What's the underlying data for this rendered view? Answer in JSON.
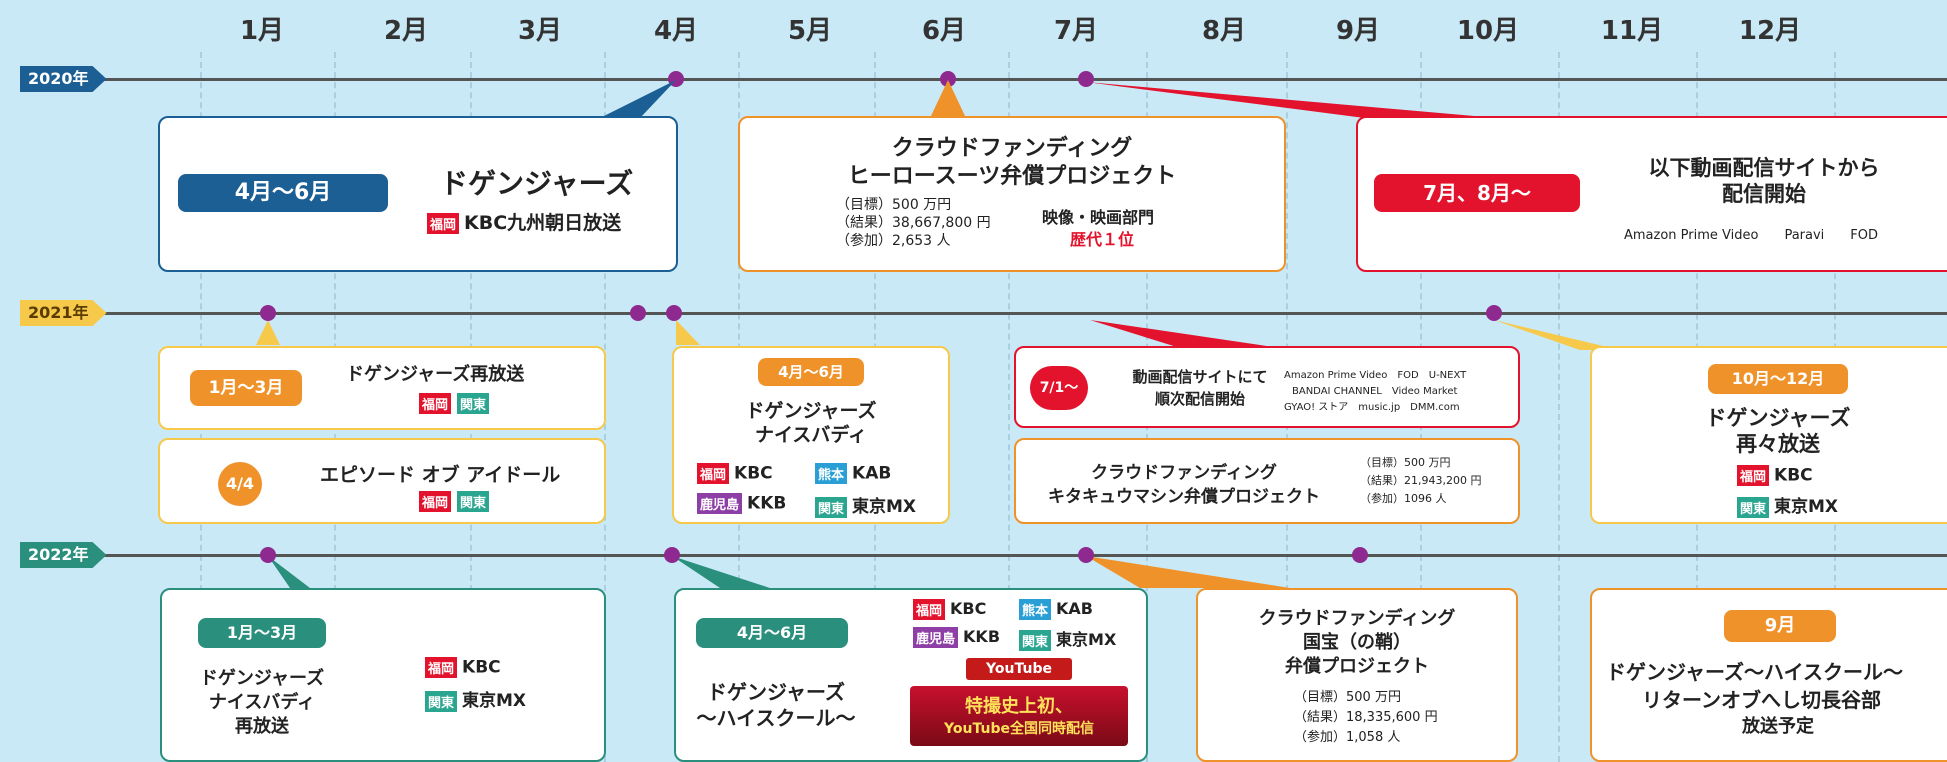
{
  "months": [
    "1月",
    "2月",
    "3月",
    "4月",
    "5月",
    "6月",
    "7月",
    "8月",
    "9月",
    "10月",
    "11月",
    "12月"
  ],
  "years": {
    "y2020": "2020年",
    "y2021": "2021年",
    "y2022": "2022年"
  },
  "tags": {
    "fukuoka": "福岡",
    "kanto": "関東",
    "kumamoto": "熊本",
    "kagoshima": "鹿児島"
  },
  "colors": {
    "blue": "#1b5f95",
    "orange": "#f0922a",
    "red": "#e3132d",
    "teal": "#2a8f7d",
    "yellow": "#f6c94a",
    "purple": "#8e2a8f"
  },
  "e2020a": {
    "period": "4月～6月",
    "title": "ドゲンジャーズ",
    "station": "KBC九州朝日放送"
  },
  "e2020b": {
    "title1": "クラウドファンディング",
    "title2": "ヒーロースーツ弁償プロジェクト",
    "goal": "（目標）500 万円",
    "result": "（結果）38,667,800 円",
    "participants": "（参加）2,653 人",
    "rank1": "映像・映画部門",
    "rank2": "歴代１位"
  },
  "e2020c": {
    "period": "7月、8月～",
    "title1": "以下動画配信サイトから",
    "title2": "配信開始",
    "sites": "Amazon Prime Video　　Paravi　　FOD"
  },
  "e2021a": {
    "period": "1月～3月",
    "title": "ドゲンジャーズ再放送"
  },
  "e2021b": {
    "date": "4/4",
    "title": "エピソード オブ アイドール"
  },
  "e2021c": {
    "period": "4月～6月",
    "title1": "ドゲンジャーズ",
    "title2": "ナイスバディ",
    "kbc": "KBC",
    "kab": "KAB",
    "kkb": "KKB",
    "mx": "東京MX"
  },
  "e2021d": {
    "date": "7/1～",
    "line1": "動画配信サイトにて",
    "line2": "順次配信開始",
    "s1": "Amazon Prime Video　FOD　U-NEXT",
    "s2": "BANDAI CHANNEL　Video Market",
    "s3": "GYAO! ストア　music.jp　DMM.com"
  },
  "e2021e": {
    "title1": "クラウドファンディング",
    "title2": "キタキュウマシン弁償プロジェクト",
    "goal": "（目標）500 万円",
    "result": "（結果）21,943,200 円",
    "participants": "（参加）1096 人"
  },
  "e2021f": {
    "period": "10月～12月",
    "title1": "ドゲンジャーズ",
    "title2": "再々放送",
    "kbc": "KBC",
    "mx": "東京MX"
  },
  "e2022a": {
    "period": "1月～3月",
    "title1": "ドゲンジャーズ",
    "title2": "ナイスバディ",
    "title3": "再放送",
    "kbc": "KBC",
    "mx": "東京MX"
  },
  "e2022b": {
    "period": "4月～6月",
    "title1": "ドゲンジャーズ",
    "title2": "～ハイスクール～",
    "kbc": "KBC",
    "kab": "KAB",
    "kkb": "KKB",
    "mx": "東京MX",
    "youtube": "YouTube",
    "special1": "特撮史上初、",
    "special2": "YouTube全国同時配信"
  },
  "e2022c": {
    "title1": "クラウドファンディング",
    "title2": "国宝（の鞘）",
    "title3": "弁償プロジェクト",
    "goal": "（目標）500 万円",
    "result": "（結果）18,335,600 円",
    "participants": "（参加）1,058 人"
  },
  "e2022d": {
    "period": "9月",
    "title1": "ドゲンジャーズ～ハイスクール～",
    "title2": "リターンオブへし切長谷部",
    "title3": "放送予定"
  }
}
